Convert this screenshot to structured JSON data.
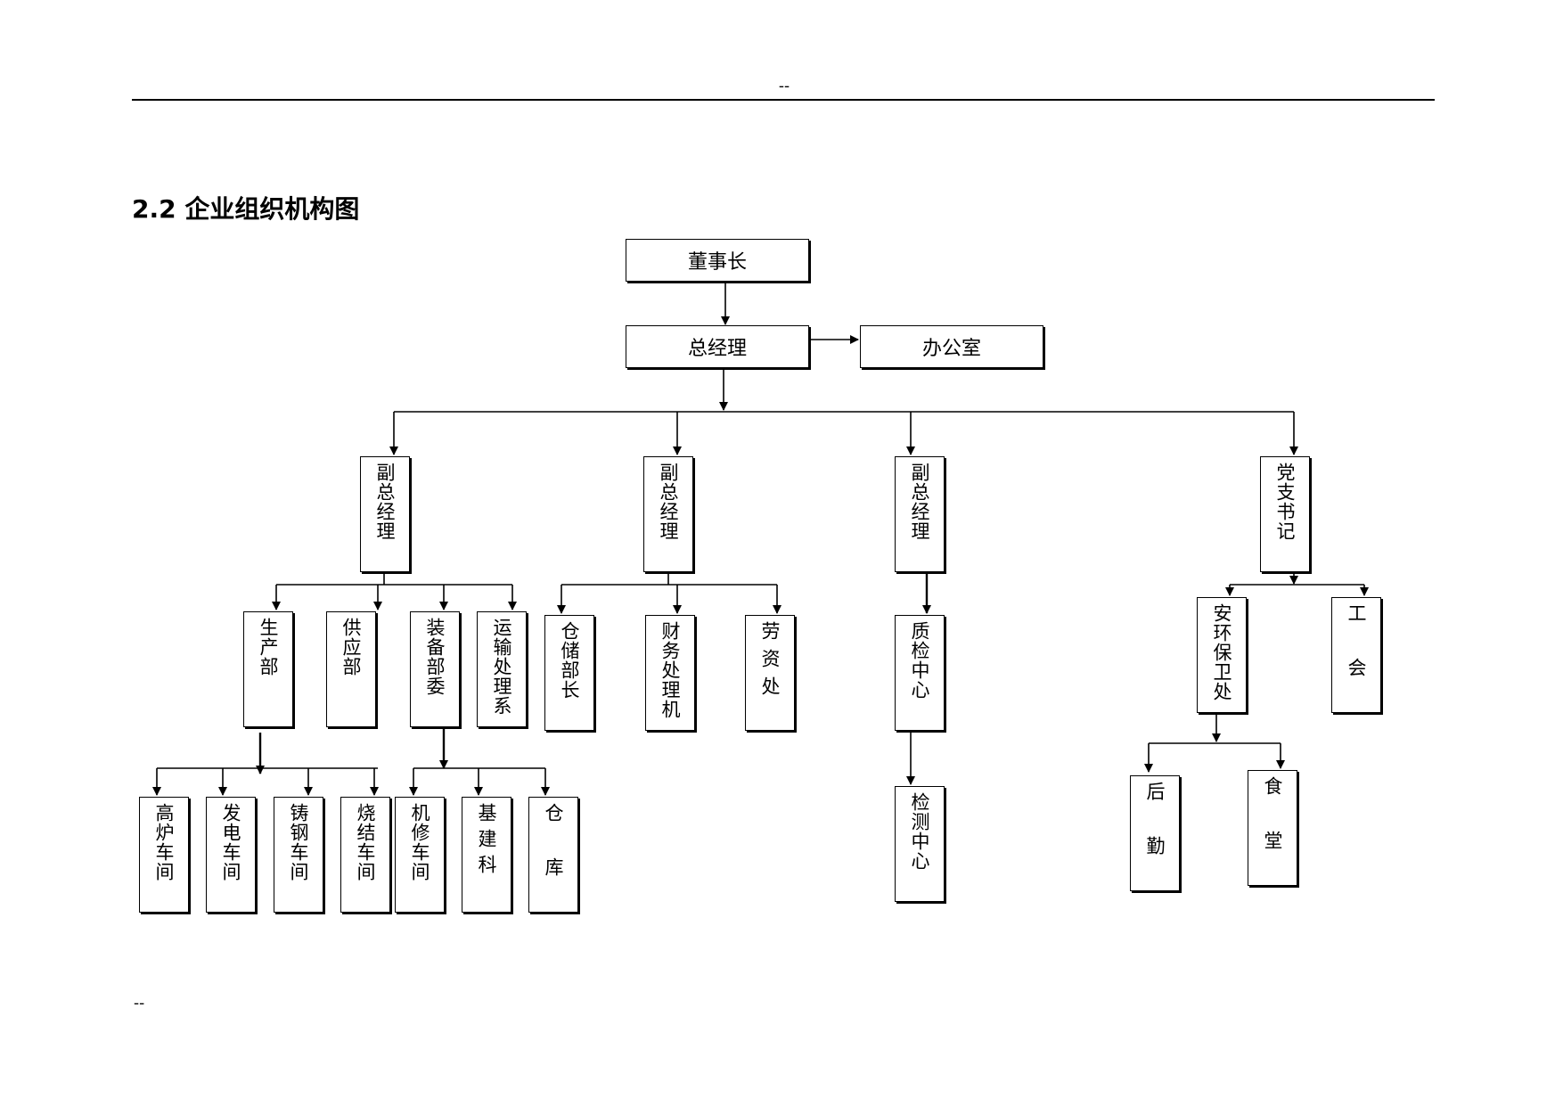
{
  "header": {
    "mark": "--"
  },
  "footer": {
    "mark": "--"
  },
  "section": {
    "title": "2.2 企业组织机构图"
  },
  "org": {
    "chairman": "董事长",
    "general_manager": "总经理",
    "office": "办公室",
    "deputy_1": "副总经理",
    "deputy_2": "副总经理",
    "deputy_3": "副总经理",
    "party_secretary": "党支书记",
    "production": "生产部",
    "supply": "供应部",
    "equipment": "装备部委",
    "transport": "运输处理系",
    "warehouse_head": "仓储部长",
    "finance": "财务处理机",
    "labor": "劳资处",
    "quality_center": "质检中心",
    "security": "安环保卫处",
    "union": "工会",
    "blast_furnace": "高炉车间",
    "power_gen": "发电车间",
    "casting": "铸钢车间",
    "sintering": "烧结车间",
    "machine_repair": "机修车间",
    "construction": "基建科",
    "warehouse": "仓库",
    "testing_center": "检测中心",
    "logistics": "后勤",
    "canteen": "食堂"
  },
  "style": {
    "line_color": "#000000"
  }
}
